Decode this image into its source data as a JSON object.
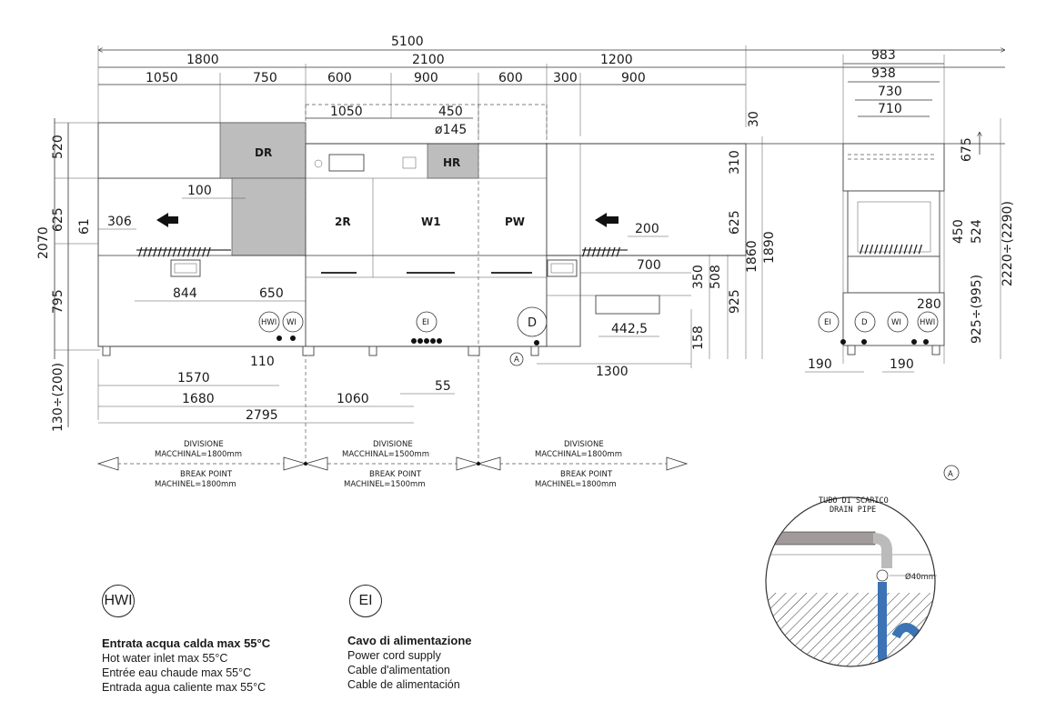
{
  "top_dims": {
    "total": "5100",
    "sec1": "1800",
    "sec2": "2100",
    "sec3": "1200",
    "d1050": "1050",
    "d750": "750",
    "d600a": "600",
    "d900a": "900",
    "d600b": "600",
    "d300": "300",
    "d900b": "900",
    "d1050b": "1050",
    "d450": "450",
    "d145": "ø145",
    "d30": "30"
  },
  "left_dims": {
    "d520": "520",
    "d2070": "2070",
    "d625": "625",
    "d61": "61",
    "d795": "795",
    "d130": "130÷(200)"
  },
  "inner_dims": {
    "d100": "100",
    "d306": "306",
    "d844": "844",
    "d650": "650",
    "d310": "310",
    "d625r": "625",
    "d200": "200",
    "d700": "700",
    "d350": "350",
    "d508": "508",
    "d925": "925",
    "d1860": "1860",
    "d1890": "1890",
    "d4425": "442,5",
    "d158": "158"
  },
  "bottom_dims": {
    "d1570": "1570",
    "d110": "110",
    "d55": "55",
    "d1680": "1680",
    "d1060": "1060",
    "d2795": "2795",
    "d1300": "1300"
  },
  "modules": {
    "dr": "DR",
    "hr": "HR",
    "r2": "2R",
    "w1": "W1",
    "pw": "PW"
  },
  "connections": {
    "hwi": "HWI",
    "wi": "WI",
    "ei": "EI",
    "d": "D",
    "a": "A"
  },
  "division": {
    "div_label": "DIVISIONE",
    "m1_it": "MACCHINAL=1800mm",
    "m2_it": "MACCHINAL=1500mm",
    "m3_it": "MACCHINAL=1800mm",
    "break_label": "BREAK POINT",
    "m1_en": "MACHINEL=1800mm",
    "m2_en": "MACHINEL=1500mm",
    "m3_en": "MACHINEL=1800mm"
  },
  "side_view": {
    "d983": "983",
    "d938": "938",
    "d730": "730",
    "d710": "710",
    "d675": "675",
    "d2220": "2220÷(2290)",
    "d450": "450",
    "d524": "524",
    "d925": "925÷(995)",
    "d280": "280",
    "d190a": "190",
    "d190b": "190"
  },
  "detail": {
    "tube_it": "TUBO DI SCARICO",
    "tube_en": "DRAIN PIPE",
    "diam": "Ø40mm",
    "tag": "A"
  },
  "legend_hwi": {
    "symbol": "HWI",
    "title": "Entrata acqua calda max 55°C",
    "en": "Hot water inlet max 55°C",
    "fr": "Entrée eau chaude max 55°C",
    "es": "Entrada agua caliente max 55°C"
  },
  "legend_ei": {
    "symbol": "EI",
    "title": "Cavo di alimentazione",
    "en": "Power cord supply",
    "fr": "Cable d'alimentation",
    "es": "Cable de alimentación"
  }
}
